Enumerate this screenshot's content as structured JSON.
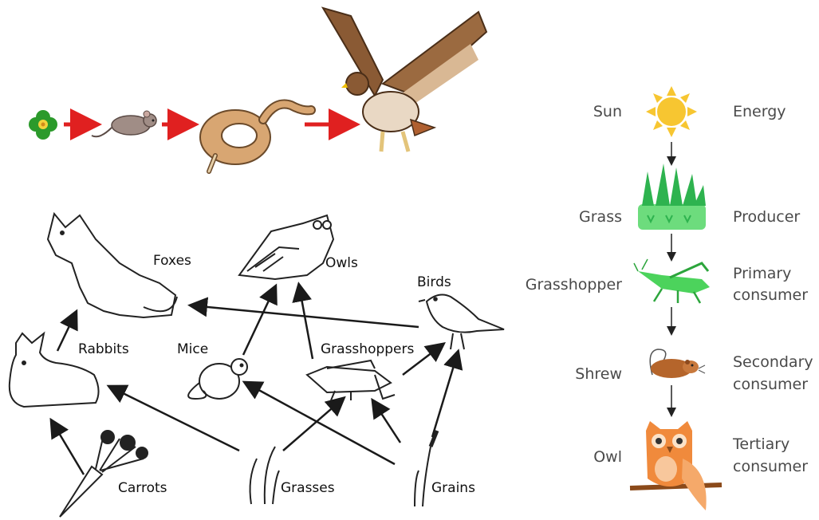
{
  "colors": {
    "chain_arrow": "#e02020",
    "web_arrow": "#1a1a1a",
    "pyramid_arrow": "#222222",
    "sun": "#f7c631",
    "grass": "#33c45a",
    "grasshopper": "#4cd35c",
    "shrew": "#b5652b",
    "owl": "#f08a3c"
  },
  "top_chain": {
    "icons": [
      "flower-icon",
      "mouse-icon",
      "snake-icon",
      "hawk-icon"
    ]
  },
  "food_web": {
    "labels": {
      "foxes": "Foxes",
      "owls": "Owls",
      "birds": "Birds",
      "rabbits": "Rabbits",
      "mice": "Mice",
      "grasshoppers": "Grasshoppers",
      "carrots": "Carrots",
      "grasses": "Grasses",
      "grains": "Grains"
    }
  },
  "energy_pyramid": {
    "levels": [
      {
        "organism": "Sun",
        "role": "Energy",
        "icon": "sun-icon"
      },
      {
        "organism": "Grass",
        "role": "Producer",
        "icon": "grass-icon"
      },
      {
        "organism": "Grasshopper",
        "role_line1": "Primary",
        "role_line2": "consumer",
        "icon": "grasshopper-icon"
      },
      {
        "organism": "Shrew",
        "role_line1": "Secondary",
        "role_line2": "consumer",
        "icon": "shrew-icon"
      },
      {
        "organism": "Owl",
        "role_line1": "Tertiary",
        "role_line2": "consumer",
        "icon": "owl-icon"
      }
    ]
  }
}
